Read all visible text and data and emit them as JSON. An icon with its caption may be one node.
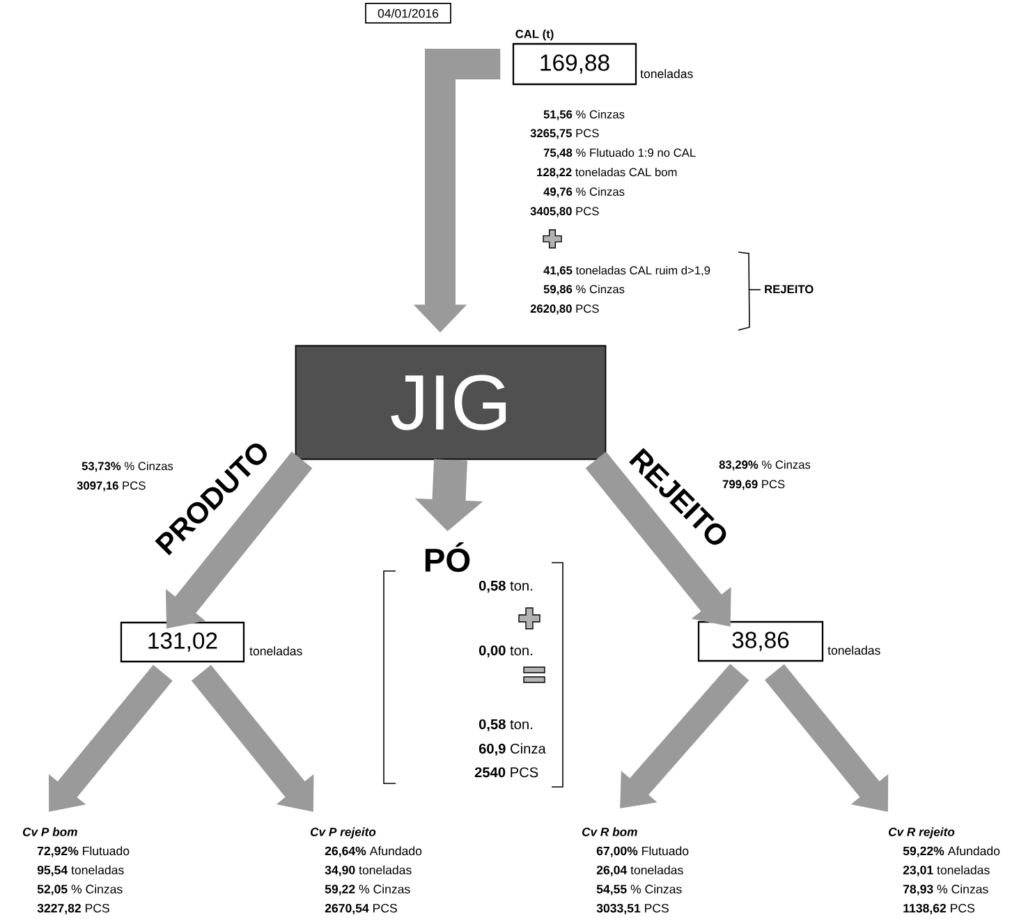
{
  "diagram": {
    "nodes": [
      {
        "text": [
          "04/01/2016"
        ]
      },
      {
        "text": [
          "CAL (t)",
          "169,88"
        ],
        "beside": [
          "toneladas"
        ]
      },
      {
        "text": [
          "JIG"
        ]
      },
      {
        "text": [
          "131,02"
        ],
        "beside": [
          "toneladas"
        ]
      },
      {
        "text": [
          "38,86"
        ],
        "beside": [
          "toneladas"
        ]
      },
      {
        "text": [
          "PÓ"
        ]
      },
      {
        "text": [
          "Cv P bom",
          "**72,92%** Flutuado",
          "**95,54** toneladas",
          "**52,05** % Cinzas",
          "**3227,82** PCS"
        ]
      },
      {
        "text": [
          "Cv P rejeito",
          "**26,64%** Afundado",
          "**34,90** toneladas",
          "**59,22** % Cinzas",
          "**2670,54** PCS"
        ]
      },
      {
        "text": [
          "Cv R bom",
          "**67,00%** Flutuado",
          "**26,04** toneladas",
          "**54,55** % Cinzas",
          "**3033,51** PCS"
        ]
      },
      {
        "text": [
          "Cv R rejeito",
          "**59,22%** Afundado",
          "**23,01** toneladas",
          "**78,93** % Cinzas",
          "**1138,62** PCS"
        ]
      }
    ],
    "edges": [
      {
        "from": 1,
        "to": 2,
        "arrow": "to"
      },
      {
        "from": 2,
        "to": 3,
        "arrow": "to",
        "label": "PRODUTO"
      },
      {
        "from": 2,
        "to": 5,
        "arrow": "to"
      },
      {
        "from": 2,
        "to": 4,
        "arrow": "to",
        "label": "REJEITO"
      },
      {
        "from": 3,
        "to": 6,
        "arrow": "to"
      },
      {
        "from": 3,
        "to": 7,
        "arrow": "to"
      },
      {
        "from": 4,
        "to": 8,
        "arrow": "to"
      },
      {
        "from": 4,
        "to": 9,
        "arrow": "to"
      }
    ],
    "labels": [
      "**51,56** % Cinzas",
      "**3265,75** PCS",
      "**75,48** % Flutuado 1:9 no CAL",
      "**128,22** toneladas CAL bom",
      "**49,76** % Cinzas",
      "**3405,80** PCS",
      "**41,65** toneladas CAL ruim d>1,9",
      "**59,86** % Cinzas",
      "**2620,80** PCS",
      "REJEITO",
      "**53,73%** % Cinzas",
      "**83,29%** % Cinzas",
      "**3097,16** PCS",
      "**799,69** PCS",
      "**0,58** ton.",
      "**0,00** ton.",
      "**0,58** ton.",
      "**60,9** Cinza",
      "**2540** PCS"
    ]
  }
}
